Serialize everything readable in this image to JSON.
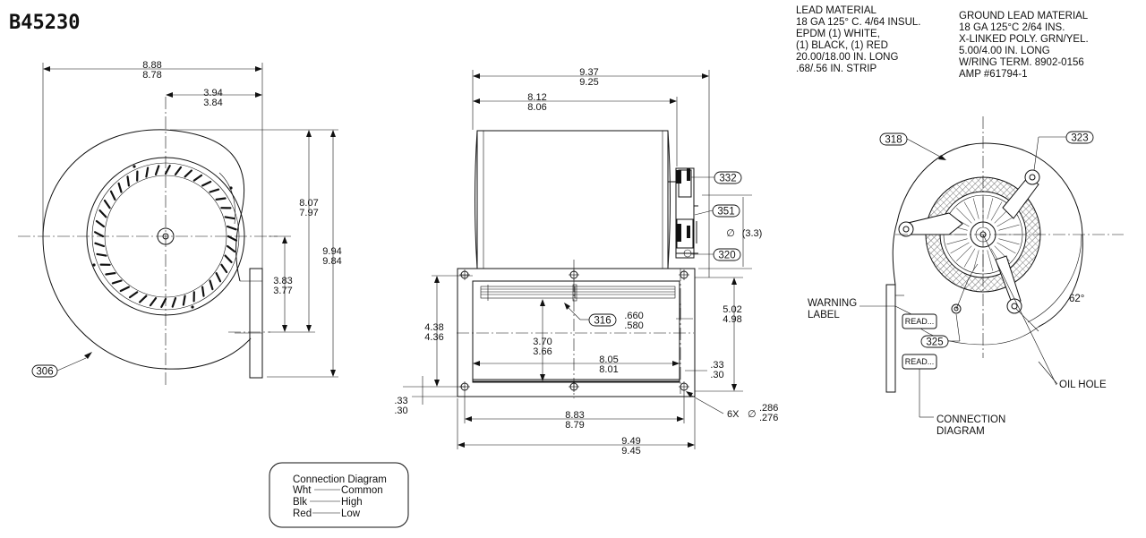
{
  "title": "B45230",
  "notes": {
    "lead_material": [
      "LEAD  MATERIAL",
      "18 GA 125° C. 4/64 INSUL.",
      "EPDM (1) WHITE,",
      "(1) BLACK, (1) RED",
      "20.00/18.00 IN. LONG",
      ".68/.56 IN. STRIP"
    ],
    "ground_lead": [
      "GROUND LEAD MATERIAL",
      "18 GA 125°C 2/64 INS.",
      "X-LINKED POLY. GRN/YEL.",
      "5.00/4.00 IN. LONG",
      "W/RING TERM. 8902-0156",
      "AMP #61794-1"
    ]
  },
  "left_view": {
    "dim_overall": [
      "8.88",
      "8.78"
    ],
    "dim_center": [
      "3.94",
      "3.84"
    ],
    "dim_vert_inner": [
      "8.07",
      "7.97"
    ],
    "dim_vert_outer": [
      "9.94",
      "9.84"
    ],
    "dim_vert_small": [
      "3.83",
      "3.77"
    ],
    "callout": "306"
  },
  "middle_view": {
    "dim_top_outer": [
      "9.37",
      "9.25"
    ],
    "dim_top_inner": [
      "8.12",
      "8.06"
    ],
    "dim_left": [
      "4.38",
      "4.36"
    ],
    "dim_center_h": [
      "3.70",
      "3.66"
    ],
    "dim_inner_w": [
      "8.05",
      "8.01"
    ],
    "dim_right_small": [
      ".33",
      ".30"
    ],
    "dim_right_h": [
      "5.02",
      "4.98"
    ],
    "dim_bottom_small": [
      ".33",
      ".30"
    ],
    "dim_bottom_1": [
      "8.83",
      "8.79"
    ],
    "dim_bottom_2": [
      "9.49",
      "9.45"
    ],
    "dim_slot": [
      ".660",
      ".580"
    ],
    "holes_label": "6X",
    "hole_dia": [
      ".286",
      ".276"
    ],
    "dia_symbol": "∅",
    "shaft_dia": "(3.3)",
    "callouts": [
      "332",
      "351",
      "320",
      "316"
    ]
  },
  "right_view": {
    "callouts": [
      "318",
      "323",
      "325"
    ],
    "warning_label": [
      "WARNING",
      "LABEL"
    ],
    "read_tag": "READ...",
    "angle": "62°",
    "oil_hole": "OIL HOLE",
    "connection_diagram": [
      "CONNECTION",
      "DIAGRAM"
    ]
  },
  "legend": {
    "title": "Connection Diagram",
    "rows": [
      {
        "wire": "Wht",
        "lead": "Common"
      },
      {
        "wire": "Blk",
        "lead": "High"
      },
      {
        "wire": "Red",
        "lead": "Low"
      }
    ]
  }
}
